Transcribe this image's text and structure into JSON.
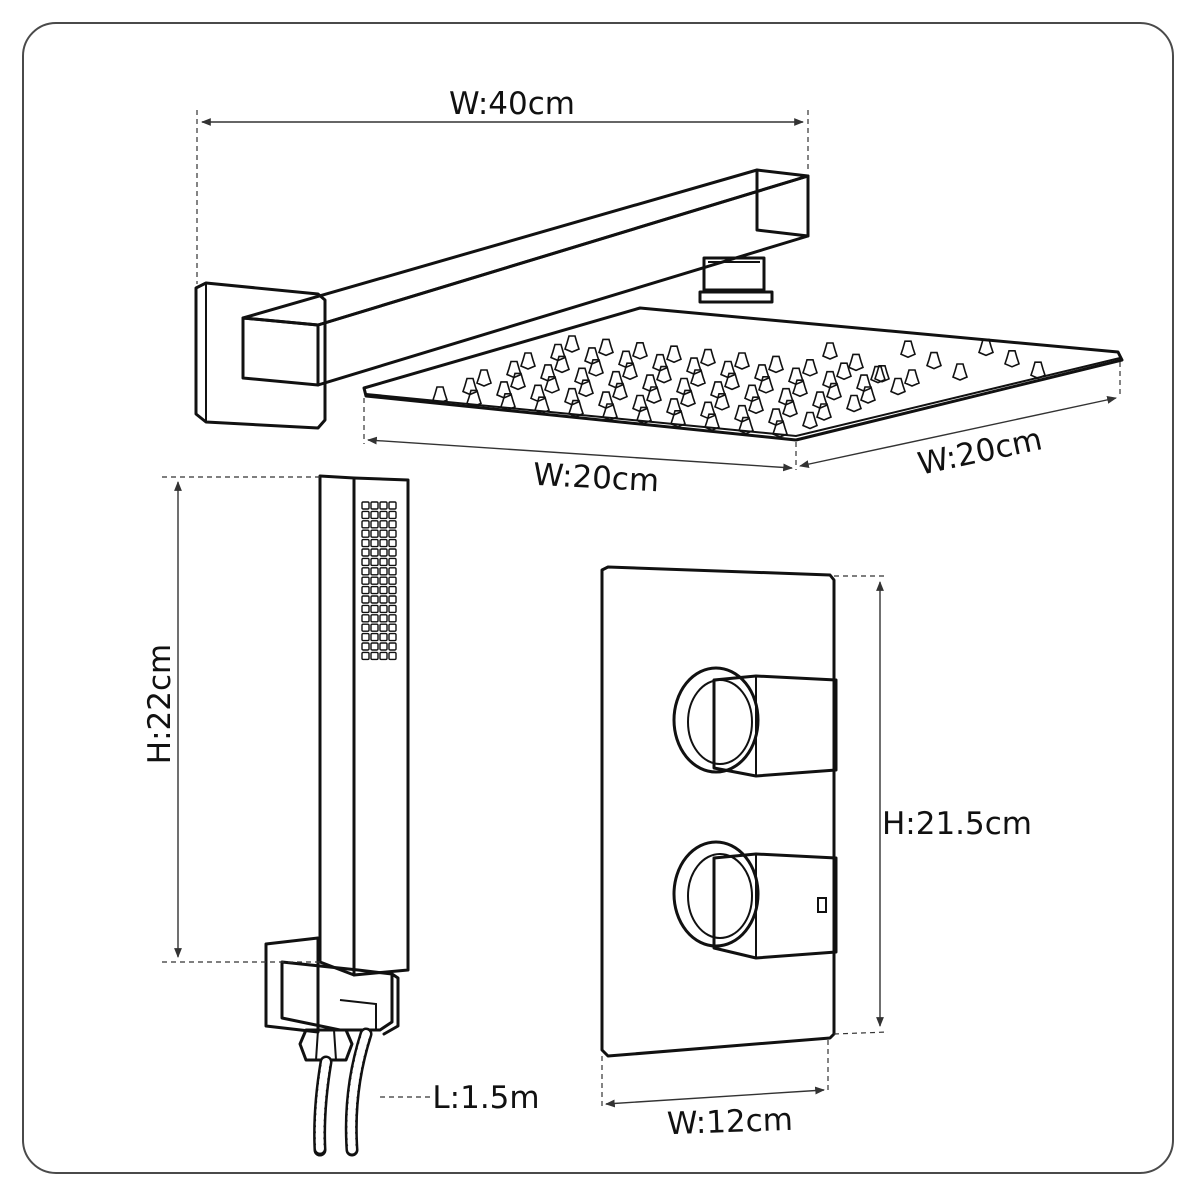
{
  "labels": {
    "arm_width": "W:40cm",
    "head_width_front": "W:20cm",
    "head_width_side": "W:20cm",
    "handset_height": "H:22cm",
    "valve_height": "H:21.5cm",
    "valve_width": "W:12cm",
    "hose_length": "L:1.5m"
  }
}
